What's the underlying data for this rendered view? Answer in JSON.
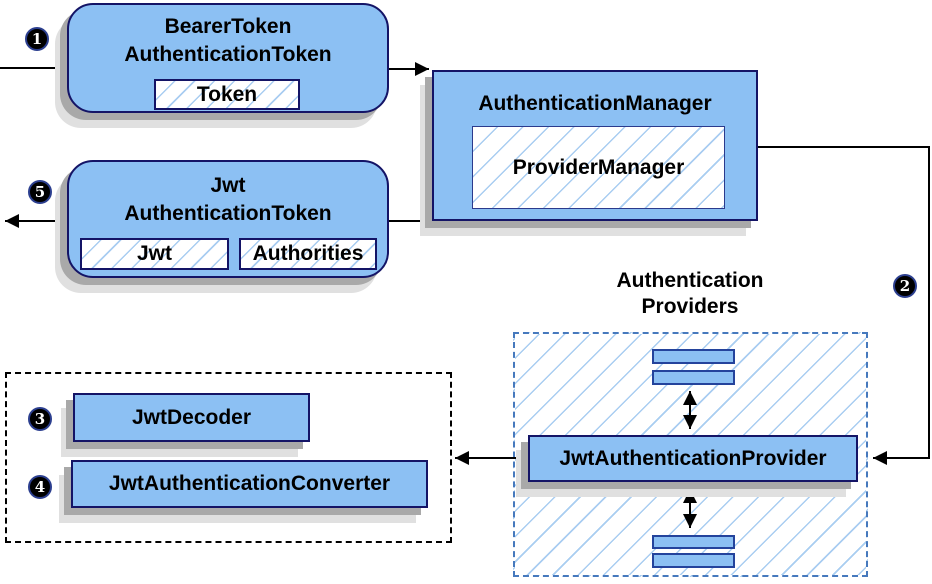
{
  "nodes": {
    "bearer": {
      "line1": "BearerToken",
      "line2": "AuthenticationToken",
      "token": "Token"
    },
    "manager": {
      "title": "AuthenticationManager",
      "inner": "ProviderManager"
    },
    "jwt": {
      "line1": "Jwt",
      "line2": "AuthenticationToken",
      "field_jwt": "Jwt",
      "field_auth": "Authorities"
    },
    "providers": {
      "caption1": "Authentication",
      "caption2": "Providers",
      "provider": "JwtAuthenticationProvider"
    },
    "decoder": {
      "label": "JwtDecoder"
    },
    "converter": {
      "label": "JwtAuthenticationConverter"
    }
  },
  "badges": {
    "s1": "1",
    "s2": "2",
    "s3": "3",
    "s4": "4",
    "s5": "5"
  },
  "colors": {
    "node_fill": "#8cc0f3",
    "node_border": "#141466",
    "hatch_line": "#a9cdf1",
    "providers_dash_border": "#4679bd",
    "group_dash_border": "#000000",
    "bar_border": "#24439c",
    "shadow_dark": "#a9a9a9",
    "shadow_light": "#e0e0e0",
    "arrow": "#000000",
    "badge_bg": "#000000",
    "badge_text": "#ffffff"
  }
}
